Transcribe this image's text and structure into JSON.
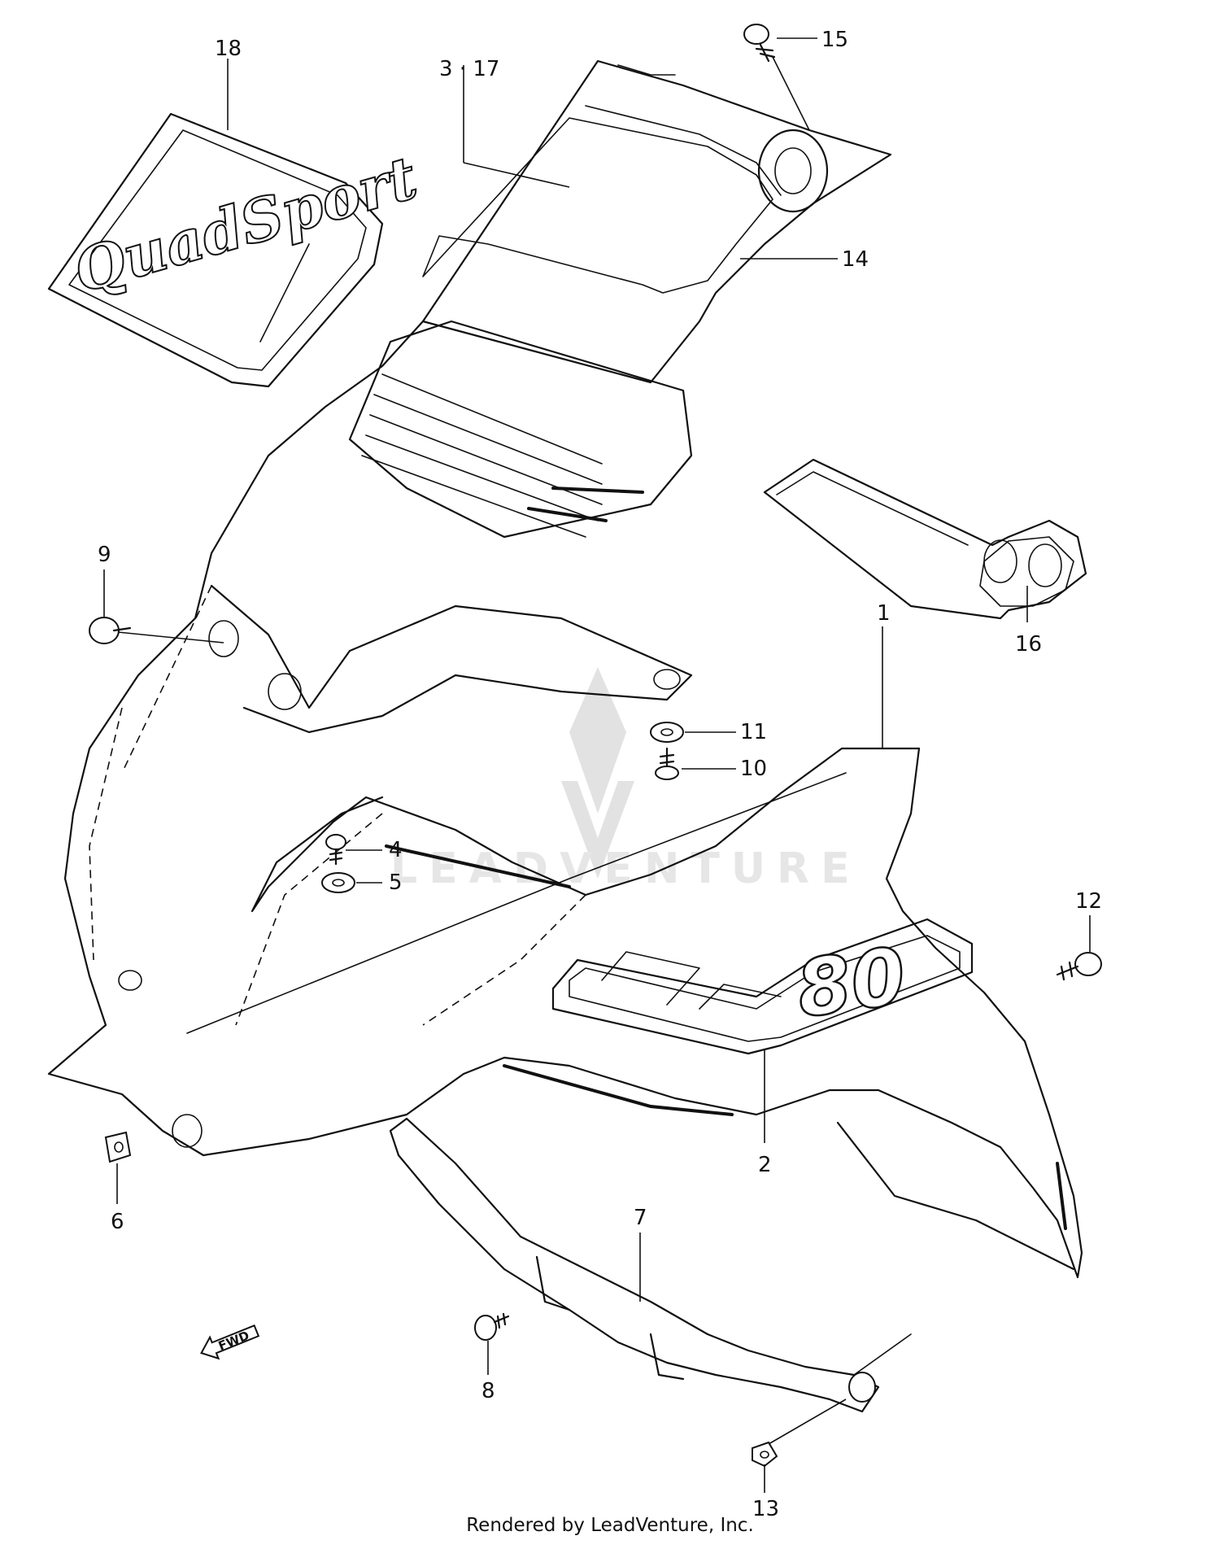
{
  "diagram": {
    "callouts": {
      "c1": "1",
      "c2": "2",
      "c3_17": "3 · 17",
      "c4": "4",
      "c5": "5",
      "c6": "6",
      "c7": "7",
      "c8": "8",
      "c9": "9",
      "c10": "10",
      "c11": "11",
      "c12": "12",
      "c13": "13",
      "c14": "14",
      "c15": "15",
      "c16": "16",
      "c18": "18"
    },
    "decal_logo_text": "QuadSport",
    "fender_badge_text": "80",
    "direction_marker": "FWD",
    "watermark": "LEADVENTURE"
  },
  "footer": {
    "rendered_by": "Rendered by LeadVenture, Inc."
  }
}
